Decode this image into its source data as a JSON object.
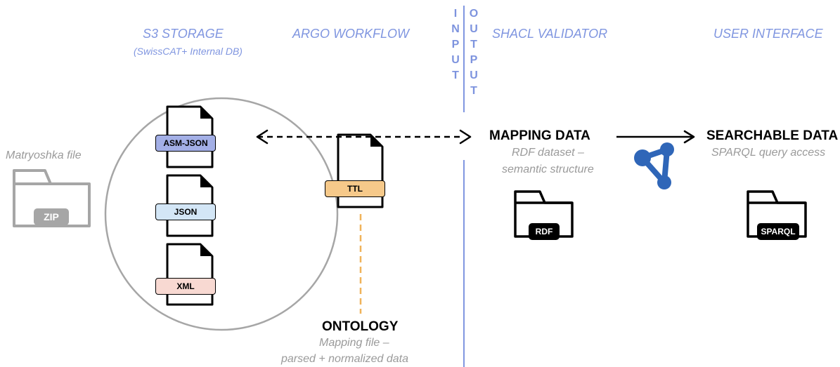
{
  "columns": {
    "s3_storage": "S3 STORAGE",
    "s3_storage_sub": "(SwissCAT+ Internal DB)",
    "argo_workflow": "ARGO WORKFLOW",
    "shacl_validator": "SHACL VALIDATOR",
    "user_interface": "USER INTERFACE"
  },
  "divider": {
    "input_letters": [
      "I",
      "N",
      "P",
      "U",
      "T"
    ],
    "output_letters": [
      "O",
      "U",
      "T",
      "P",
      "U",
      "T"
    ]
  },
  "matryoshka": {
    "caption": "Matryoshka file",
    "folder_label": "ZIP"
  },
  "storage_files": {
    "asm_json": "ASM-JSON",
    "json": "JSON",
    "xml": "XML"
  },
  "ttl": {
    "label": "TTL"
  },
  "ontology": {
    "title": "ONTOLOGY",
    "line1": "Mapping file –",
    "line2": "parsed + normalized data"
  },
  "mapping": {
    "title": "MAPPING DATA",
    "line1": "RDF dataset –",
    "line2": "semantic structure",
    "folder_label": "RDF"
  },
  "searchable": {
    "title": "SEARCHABLE DATA",
    "line1": "SPARQL query access",
    "folder_label": "SPARQL"
  },
  "colors": {
    "header_blue": "#8096e0",
    "asm_json_fill": "#a3afe6",
    "json_fill": "#d3e6f6",
    "xml_fill": "#f8d9d2",
    "ttl_fill": "#f6c98a",
    "ttl_dash": "#f0b35a",
    "sparql_icon": "#2f66b8",
    "gray_folder": "#a6a6a6"
  },
  "icons": [
    "bidirectional-dashed-arrow",
    "arrow-right",
    "graph-network-icon"
  ]
}
